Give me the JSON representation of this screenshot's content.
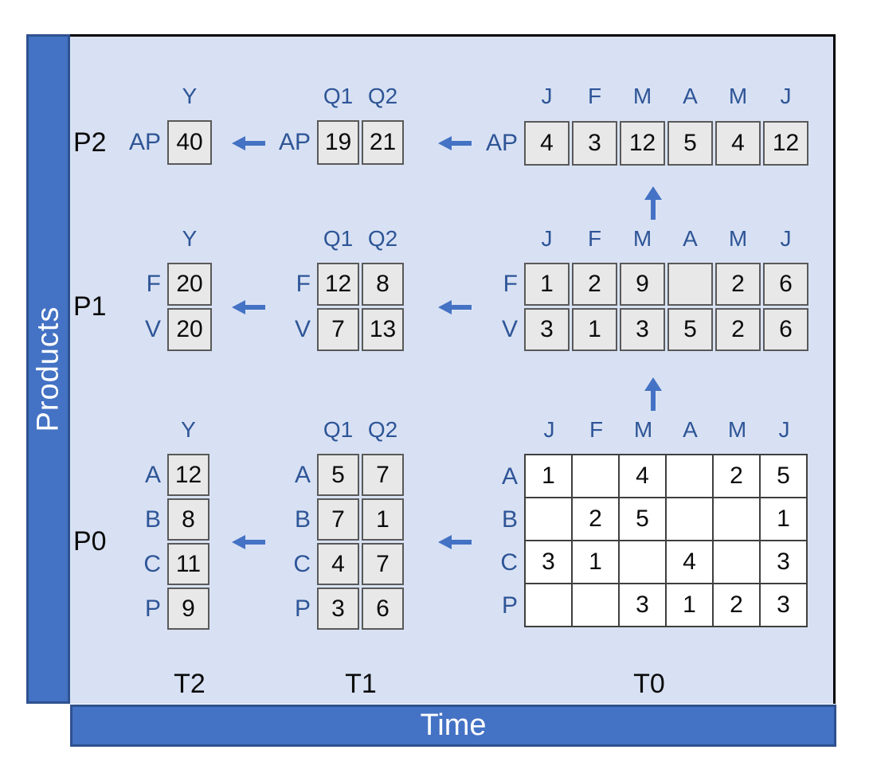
{
  "axes": {
    "products": "Products",
    "time": "Time"
  },
  "time_points": [
    {
      "id": "t2",
      "label": "T2"
    },
    {
      "id": "t1",
      "label": "T1"
    },
    {
      "id": "t0",
      "label": "T0"
    }
  ],
  "colors": {
    "axis_bar": "#4472C4",
    "axis_bar_border": "#2F528F",
    "panel_bg": "#D8E1F3",
    "gray_cell_fill": "#E9E8E8",
    "gray_cell_border": "#595959",
    "white_cell_fill": "#FFFFFF",
    "white_cell_border": "#3F3F3F",
    "label_blue": "#2E5597",
    "arrow_blue": "#4472C4",
    "panel_border": "#000000"
  },
  "products": [
    {
      "label": "P2",
      "year": {
        "header": "Y",
        "row_labels": [
          "AP"
        ],
        "cells": [
          [
            "40"
          ]
        ]
      },
      "quarter": {
        "headers": [
          "Q1",
          "Q2"
        ],
        "row_labels": [
          "AP"
        ],
        "cells": [
          [
            "19",
            "21"
          ]
        ]
      },
      "month": {
        "headers": [
          "J",
          "F",
          "M",
          "A",
          "M",
          "J"
        ],
        "row_labels": [
          "AP"
        ],
        "cells": [
          [
            "4",
            "3",
            "12",
            "5",
            "4",
            "12"
          ]
        ]
      }
    },
    {
      "label": "P1",
      "year": {
        "header": "Y",
        "row_labels": [
          "F",
          "V"
        ],
        "cells": [
          [
            "20"
          ],
          [
            "20"
          ]
        ]
      },
      "quarter": {
        "headers": [
          "Q1",
          "Q2"
        ],
        "row_labels": [
          "F",
          "V"
        ],
        "cells": [
          [
            "12",
            "8"
          ],
          [
            "7",
            "13"
          ]
        ]
      },
      "month": {
        "headers": [
          "J",
          "F",
          "M",
          "A",
          "M",
          "J"
        ],
        "row_labels": [
          "F",
          "V"
        ],
        "cells": [
          [
            "1",
            "2",
            "9",
            "",
            "2",
            "6"
          ],
          [
            "3",
            "1",
            "3",
            "5",
            "2",
            "6"
          ]
        ]
      }
    },
    {
      "label": "P0",
      "year": {
        "header": "Y",
        "row_labels": [
          "A",
          "B",
          "C",
          "P"
        ],
        "cells": [
          [
            "12"
          ],
          [
            "8"
          ],
          [
            "11"
          ],
          [
            "9"
          ]
        ]
      },
      "quarter": {
        "headers": [
          "Q1",
          "Q2"
        ],
        "row_labels": [
          "A",
          "B",
          "C",
          "P"
        ],
        "cells": [
          [
            "5",
            "7"
          ],
          [
            "7",
            "1"
          ],
          [
            "4",
            "7"
          ],
          [
            "3",
            "6"
          ]
        ]
      },
      "month": {
        "headers": [
          "J",
          "F",
          "M",
          "A",
          "M",
          "J"
        ],
        "row_labels": [
          "A",
          "B",
          "C",
          "P"
        ],
        "cells": [
          [
            "1",
            "",
            "4",
            "",
            "2",
            "5"
          ],
          [
            "",
            "2",
            "5",
            "",
            "",
            "1"
          ],
          [
            "3",
            "1",
            "",
            "4",
            "",
            "3"
          ],
          [
            "",
            "",
            "3",
            "1",
            "2",
            "3"
          ]
        ]
      }
    }
  ]
}
